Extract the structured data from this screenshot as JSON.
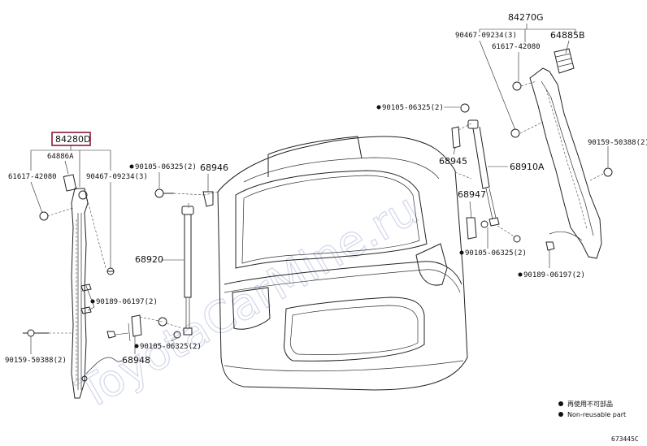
{
  "watermark": "ToyotaCarMine.ru",
  "callouts": {
    "assy_left": "84280D",
    "assy_right": "84270G",
    "p64886A": "64886A",
    "p61617_left": "61617-42080",
    "p90467_left": "90467-09234(3)",
    "p90105_a": "90105-06325(2)",
    "p68946": "68946",
    "p68920": "68920",
    "p90189_left": "90189-06197(2)",
    "p90159_left": "90159-50388(2)",
    "p68948": "68948",
    "p90105_b": "90105-06325(2)",
    "p90467_right": "90467-09234(3)",
    "p64885B": "64885B",
    "p61617_right": "61617-42080",
    "p90105_c": "90105-06325(2)",
    "p68945": "68945",
    "p68910A": "68910A",
    "p68947": "68947",
    "p90105_d": "90105-06325(2)",
    "p90159_right": "90159-50388(2)",
    "p90189_right": "90189-06197(2)"
  },
  "legend": {
    "line1": "再使用不可部品",
    "line2": "Non-reusable part"
  },
  "figure_ref": "673445C"
}
